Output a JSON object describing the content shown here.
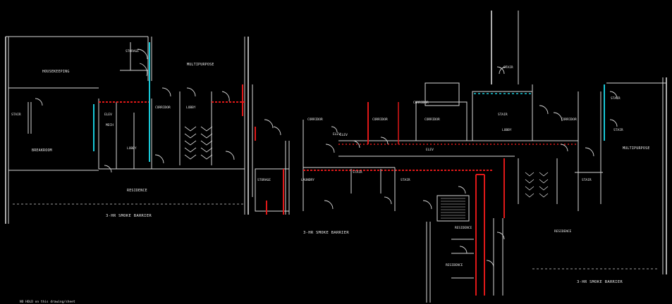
{
  "colors": {
    "background": "#000000",
    "linework": "#d8d8d8",
    "fire_wall_red": "#e01818",
    "smoke_wall_cyan": "#18c8d8"
  },
  "drawing": {
    "rooms": {
      "r1": "HOUSEKEEPING",
      "r2": "STORAGE",
      "r3": "MULTIPURPOSE",
      "r4": "STAIR",
      "r5": "BREAKROOM",
      "r6": "CORRIDOR",
      "r7": "LOBBY",
      "r8": "LOBBY",
      "r9": "ELEV",
      "r10": "MECH",
      "r11": "RESIDENCE",
      "r12": "STORAGE",
      "r13": "CORRIDOR",
      "r14": "CORRIDOR",
      "r15": "ELEV",
      "r16": "CORRIDOR",
      "r17": "LOBBY",
      "r18": "STAIR",
      "r19": "ELEV",
      "r20": "CORRIDOR",
      "r21": "LAUNDRY",
      "r22": "STAIR",
      "r23": "STAIR",
      "r24": "STAIR",
      "r25": "MULTIPURPOSE",
      "r26": "STAIR",
      "r27": "RESIDENCE",
      "r28": "RESIDENCE",
      "r29": "RESIDENCE",
      "r30": "ELEV",
      "r31": "STAIR",
      "r32": "CORRIDOR",
      "r33": "STAIR"
    },
    "captions": {
      "c1": "3-HR SMOKE BARRIER",
      "c2": "3-HR SMOKE BARRIER",
      "c3": "3-HR SMOKE BARRIER"
    },
    "footnote": "NO HOLD on this drawing/sheet"
  }
}
